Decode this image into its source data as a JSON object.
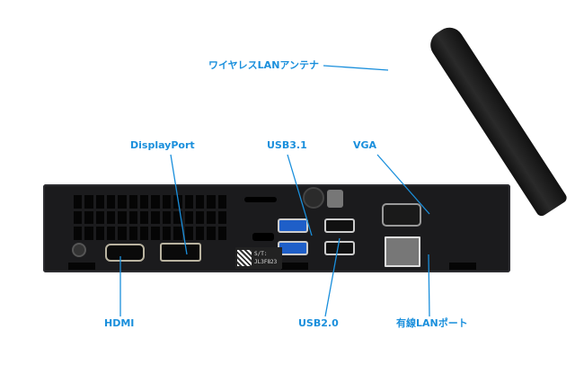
{
  "labels": {
    "antenna": "ワイヤレスLANアンテナ",
    "displayport": "DisplayPort",
    "usb31": "USB3.1",
    "vga": "VGA",
    "hdmi": "HDMI",
    "usb20": "USB2.0",
    "lan": "有線LANポート"
  },
  "sticker": {
    "prefix": "S/T:",
    "code": "JL3F823"
  },
  "colors": {
    "label": "#1a8fdc",
    "chassis": "#1b1b1d"
  }
}
